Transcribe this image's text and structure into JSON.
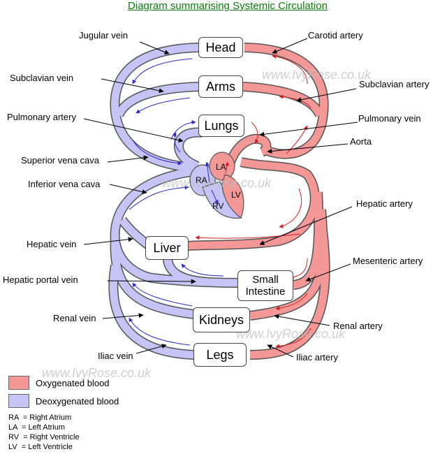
{
  "title": "Diagram summarising Systemic Circulation",
  "colors": {
    "oxygenated": "#f39797",
    "deoxygenated": "#c6c3f5"
  },
  "organs": {
    "head": "Head",
    "arms": "Arms",
    "lungs": "Lungs",
    "liver": "Liver",
    "small_intestine_1": "Small",
    "small_intestine_2": "Intestine",
    "kidneys": "Kidneys",
    "legs": "Legs"
  },
  "heart": {
    "la": "LA",
    "ra": "RA",
    "lv": "LV",
    "rv": "RV"
  },
  "labels": {
    "jugular_vein": "Jugular vein",
    "carotid_artery": "Carotid artery",
    "subclavian_vein": "Subclavian vein",
    "subclavian_artery": "Subclavian artery",
    "pulmonary_artery": "Pulmonary artery",
    "pulmonary_vein": "Pulmonary vein",
    "aorta": "Aorta",
    "superior_vena_cava": "Superior vena cava",
    "inferior_vena_cava": "Inferior vena cava",
    "hepatic_artery": "Hepatic artery",
    "hepatic_vein": "Hepatic vein",
    "mesenteric_artery": "Mesenteric artery",
    "hepatic_portal_vein": "Hepatic portal vein",
    "renal_vein": "Renal vein",
    "renal_artery": "Renal artery",
    "iliac_vein": "Iliac vein",
    "iliac_artery": "Iliac artery"
  },
  "watermark": "www.IvyRose.co.uk",
  "legend": {
    "oxygenated": "Oxygenated blood",
    "deoxygenated": "Deoxygenated blood",
    "abbreviations": [
      "RA  = Right Atrium",
      "LA  = Left Atrium",
      "RV  = Right Ventricle",
      "LV  = Left Ventricle"
    ]
  }
}
